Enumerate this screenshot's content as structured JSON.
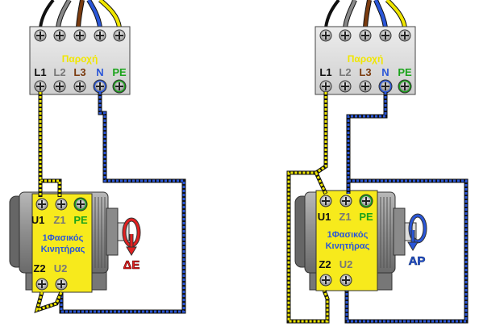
{
  "colors": {
    "wire_phase": "#f0e600",
    "wire_neutral": "#2a56d8",
    "wire_outline": "#111111",
    "terminal_block": "#e3e3e3",
    "motor_plate": "#f7ea1c",
    "motor_body": "#9a9a9a",
    "label_l1": "#111111",
    "label_l2": "#777777",
    "label_l3": "#7a3b0f",
    "label_n": "#2a56d8",
    "label_pe": "#1aa31a",
    "arrow_left": "#e12020",
    "arrow_right": "#2a56d8"
  },
  "supply_blocks": [
    {
      "title": "Παροχή",
      "terminals": [
        {
          "label": "L1",
          "color": "#111111"
        },
        {
          "label": "L2",
          "color": "#777777"
        },
        {
          "label": "L3",
          "color": "#7a3b0f"
        },
        {
          "label": "N",
          "color": "#2a56d8"
        },
        {
          "label": "PE",
          "color": "#1aa31a"
        }
      ],
      "supply_wires": [
        "black",
        "gray",
        "brown",
        "blue",
        "yellow"
      ]
    },
    {
      "title": "Παροχή",
      "terminals": [
        {
          "label": "L1",
          "color": "#111111"
        },
        {
          "label": "L2",
          "color": "#777777"
        },
        {
          "label": "L3",
          "color": "#7a3b0f"
        },
        {
          "label": "N",
          "color": "#2a56d8"
        },
        {
          "label": "PE",
          "color": "#1aa31a"
        }
      ],
      "supply_wires": [
        "black",
        "gray",
        "brown",
        "blue",
        "yellow"
      ]
    }
  ],
  "motors": [
    {
      "name_line1": "1Φασικός",
      "name_line2": "Κινητήρας",
      "top_terminals": [
        "U1",
        "Z1",
        "PE"
      ],
      "bottom_terminals": [
        "Z2",
        "U2"
      ],
      "direction_label": "ΔΕ",
      "direction_icon": "rotation-clockwise-arrow-icon"
    },
    {
      "name_line1": "1Φασικός",
      "name_line2": "Κινητήρας",
      "top_terminals": [
        "U1",
        "Z1",
        "PE"
      ],
      "bottom_terminals": [
        "Z2",
        "U2"
      ],
      "direction_label": "ΑΡ",
      "direction_icon": "rotation-counterclockwise-arrow-icon"
    }
  ]
}
